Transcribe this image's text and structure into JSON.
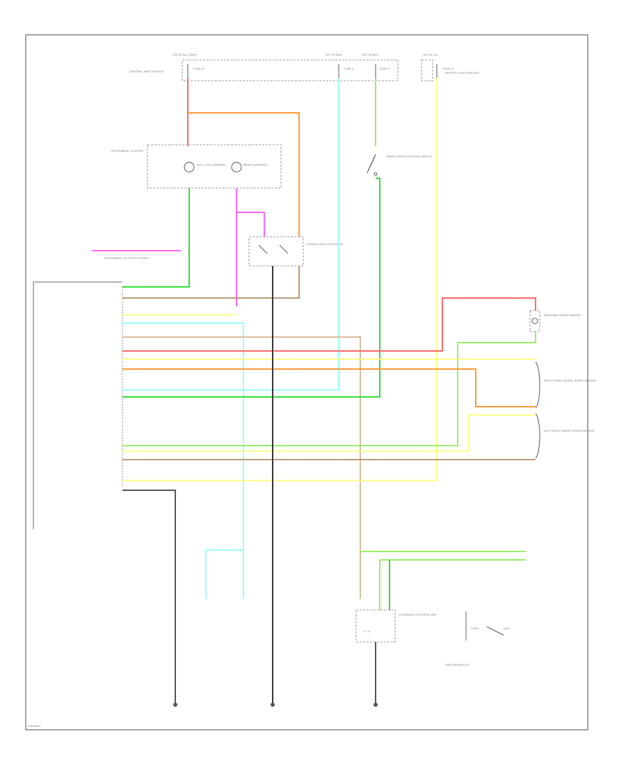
{
  "colors": {
    "red": "#ff6666",
    "orange": "#ff9933",
    "pink": "#ff66ff",
    "green": "#33dd33",
    "light_green": "#99ee66",
    "cyan": "#99ffff",
    "yellow": "#ffff88",
    "tan": "#ddbb99",
    "brown": "#bb9977",
    "black": "#333333",
    "frame": "#666666"
  },
  "labels": {
    "footer_code": "W9X0003",
    "cluster": "INSTRUMENT CLUSTER",
    "cluster_system": "INSTRUMENT CLUSTER SYSTEM",
    "switch_position": "IGNITION SWITCH"
  }
}
